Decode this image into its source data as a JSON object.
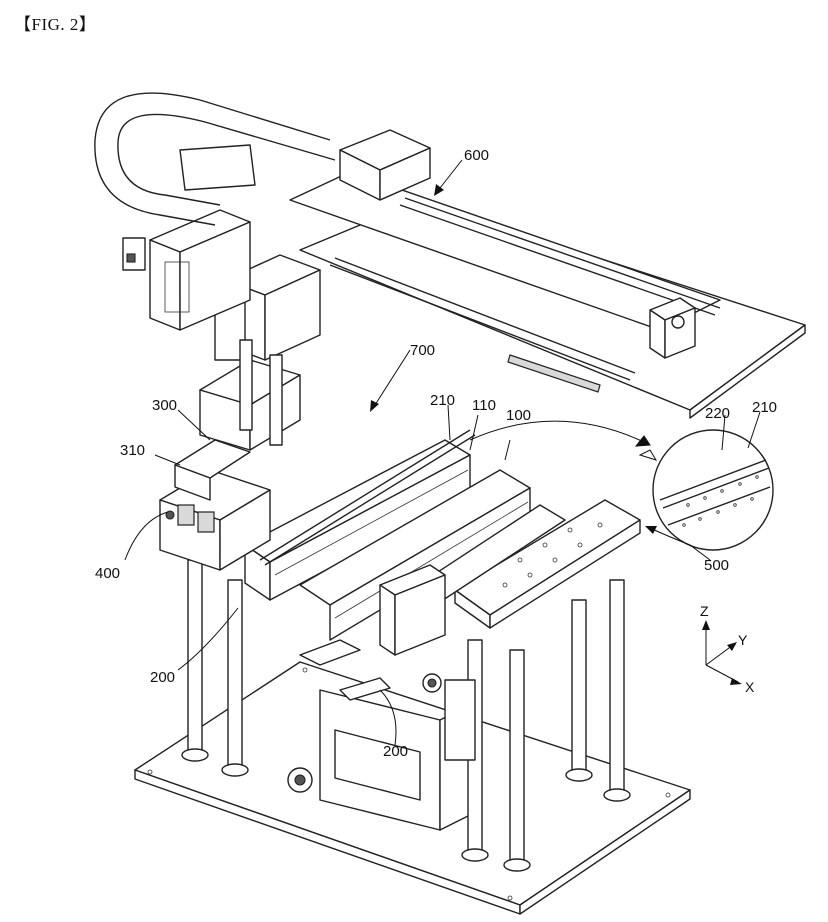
{
  "figure": {
    "title": "【FIG. 2】"
  },
  "labels": {
    "l600": "600",
    "l700": "700",
    "l300": "300",
    "l310": "310",
    "l400": "400",
    "l210a": "210",
    "l110": "110",
    "l100": "100",
    "l220": "220",
    "l210b": "210",
    "l500": "500",
    "l200a": "200",
    "l200b": "200"
  },
  "axes": {
    "z": "Z",
    "y": "Y",
    "x": "X"
  }
}
